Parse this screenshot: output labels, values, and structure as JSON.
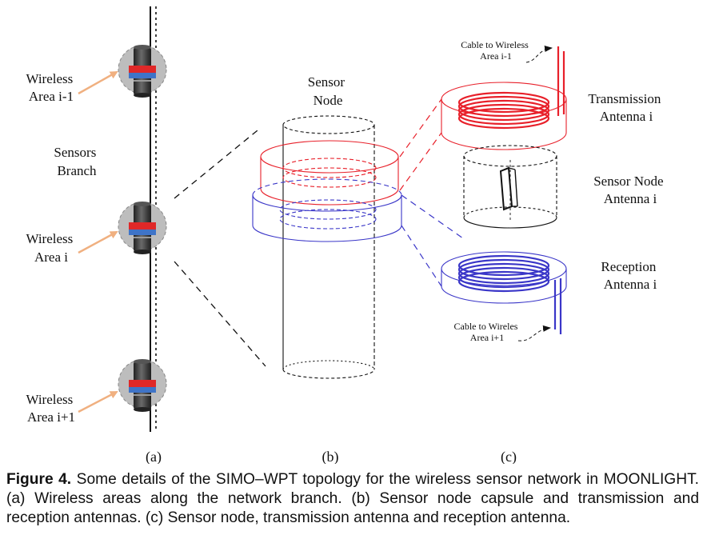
{
  "panel_a": {
    "areas": [
      {
        "line1": "Wireless",
        "line2": "Area i-1"
      },
      {
        "line1": "Wireless",
        "line2": "Area i"
      },
      {
        "line1": "Wireless",
        "line2": "Area i+1"
      }
    ],
    "branch_label": {
      "line1": "Sensors",
      "line2": "Branch"
    }
  },
  "panel_b": {
    "node_label": {
      "line1": "Sensor",
      "line2": "Node"
    }
  },
  "panel_c": {
    "cable_top": {
      "line1": "Cable to Wireless",
      "line2": "Area i-1"
    },
    "tx_label": {
      "line1": "Transmission",
      "line2": "Antenna i"
    },
    "node_label": {
      "line1": "Sensor Node",
      "line2": "Antenna i"
    },
    "rx_label": {
      "line1": "Reception",
      "line2": "Antenna i"
    },
    "cable_bottom": {
      "line1": "Cable to Wireles",
      "line2": "Area i+1"
    }
  },
  "panel_letters": {
    "a": "(a)",
    "b": "(b)",
    "c": "(c)"
  },
  "caption": {
    "label": "Figure 4.",
    "text": " Some details of the SIMO–WPT topology for the wireless sensor network in MOONLIGHT. (a) Wireless areas along the network branch. (b) Sensor node capsule and transmission and reception antennas. (c) Sensor node, transmission antenna and reception antenna."
  },
  "colors": {
    "transmission": "#e8202a",
    "reception": "#3a36c8",
    "arrow": "#f0b080",
    "capsule_bg": "#bdbdbd"
  }
}
